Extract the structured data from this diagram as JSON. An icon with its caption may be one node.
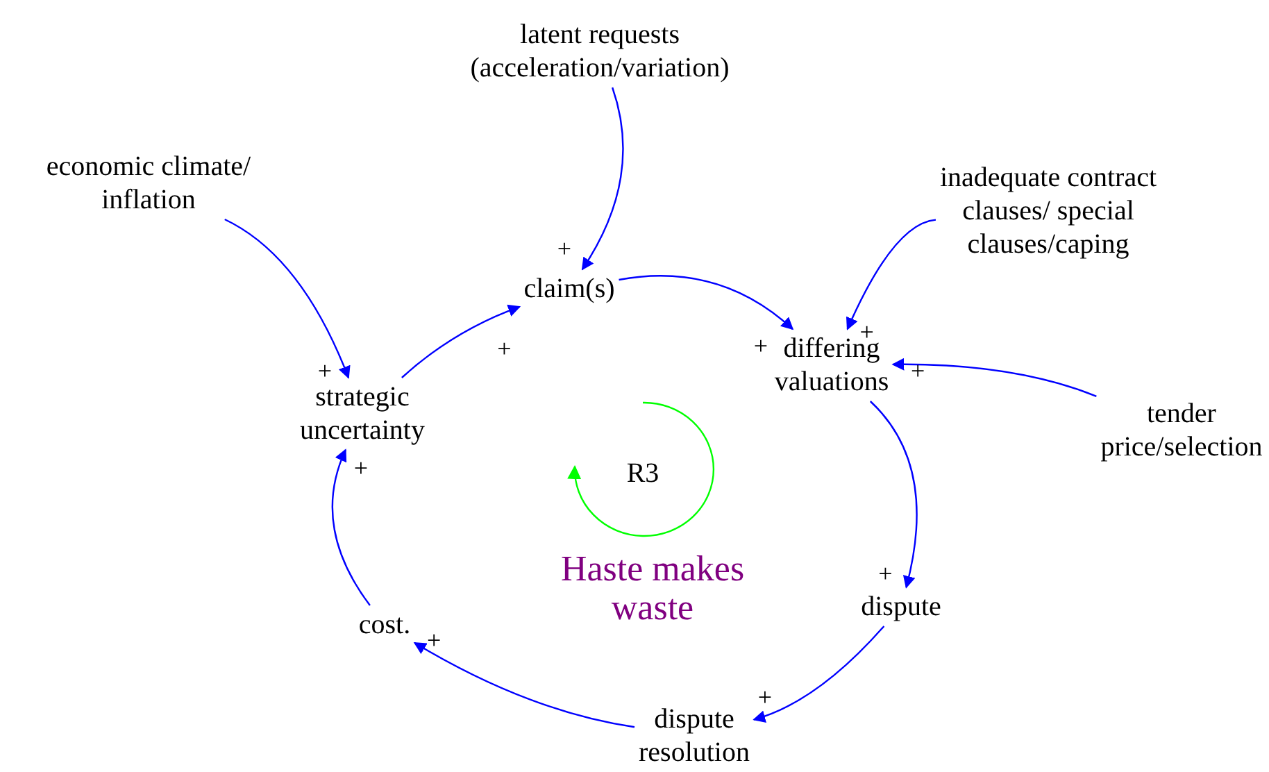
{
  "diagram": {
    "nodes": [
      {
        "text": [
          "latent requests (acceleration/variation)"
        ]
      },
      {
        "text": [
          "economic climate/ inflation"
        ]
      },
      {
        "text": [
          "inadequate contract clauses/ special clauses/caping"
        ]
      },
      {
        "text": [
          "claim(s)"
        ]
      },
      {
        "text": [
          "strategic uncertainty"
        ]
      },
      {
        "text": [
          "differing valuations"
        ]
      },
      {
        "text": [
          "tender price/selection"
        ]
      },
      {
        "text": [
          "dispute"
        ]
      },
      {
        "text": [
          "cost."
        ]
      },
      {
        "text": [
          "dispute resolution"
        ]
      }
    ],
    "edges": [
      {
        "from": 0,
        "to": 3,
        "arrow": "to",
        "label": "+"
      },
      {
        "from": 1,
        "to": 4,
        "arrow": "to",
        "label": "+"
      },
      {
        "from": 4,
        "to": 3,
        "arrow": "to",
        "label": "+"
      },
      {
        "from": 3,
        "to": 5,
        "arrow": "to",
        "label": "+"
      },
      {
        "from": 2,
        "to": 5,
        "arrow": "to",
        "label": "+"
      },
      {
        "from": 6,
        "to": 5,
        "arrow": "to",
        "label": "+"
      },
      {
        "from": 5,
        "to": 7,
        "arrow": "to",
        "label": "+"
      },
      {
        "from": 7,
        "to": 9,
        "arrow": "to",
        "label": "+"
      },
      {
        "from": 9,
        "to": 8,
        "arrow": "to",
        "label": "+"
      },
      {
        "from": 8,
        "to": 4,
        "arrow": "to",
        "label": "+"
      }
    ],
    "labels": [
      "R3",
      "Haste makes waste"
    ]
  }
}
